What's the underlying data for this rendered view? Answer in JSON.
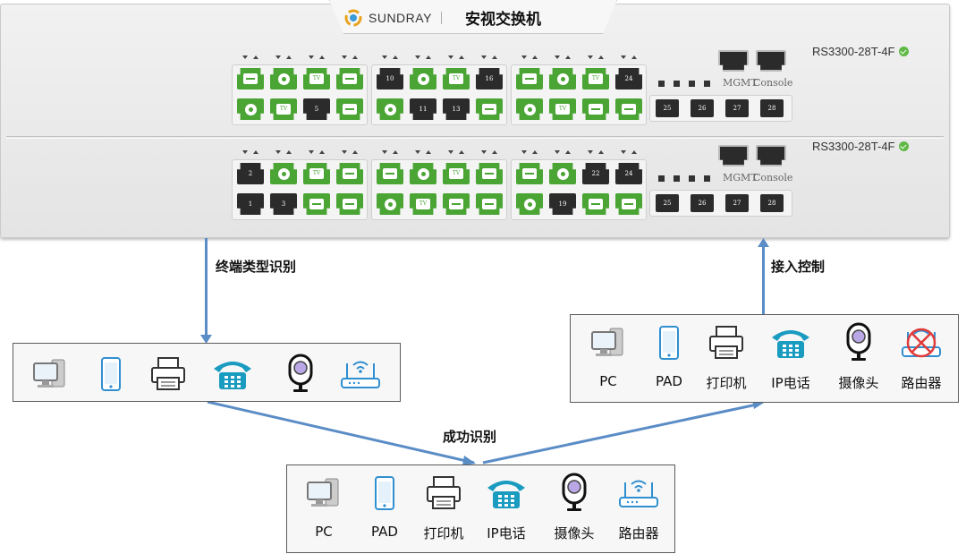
{
  "switch": {
    "brand": "SUNDRAY",
    "title": "安视交换机",
    "units": [
      {
        "model": "RS3300-28T-4F",
        "status": "ok"
      },
      {
        "model": "RS3300-28T-4F",
        "status": "ok"
      }
    ],
    "unit1_port_numbers": [
      "10",
      "16",
      "24",
      "5",
      "11",
      "13"
    ],
    "unit2_port_numbers": [
      "2",
      "22",
      "24",
      "1",
      "3",
      "19"
    ],
    "sfp_ports": [
      "25",
      "26",
      "27",
      "28"
    ],
    "mgmt_label": "MGMT",
    "console_label": "Console"
  },
  "flow": {
    "identify_label": "终端类型识别",
    "success_label": "成功识别",
    "control_label": "接入控制"
  },
  "devices_labeled": [
    "PC",
    "PAD",
    "打印机",
    "IP电话",
    "摄像头",
    "路由器"
  ],
  "colors": {
    "port_green": "#4aa534",
    "arrow_blue": "#5a8cc6",
    "phone_teal": "#1a9bc0",
    "blocked_red": "#e03a3a"
  }
}
